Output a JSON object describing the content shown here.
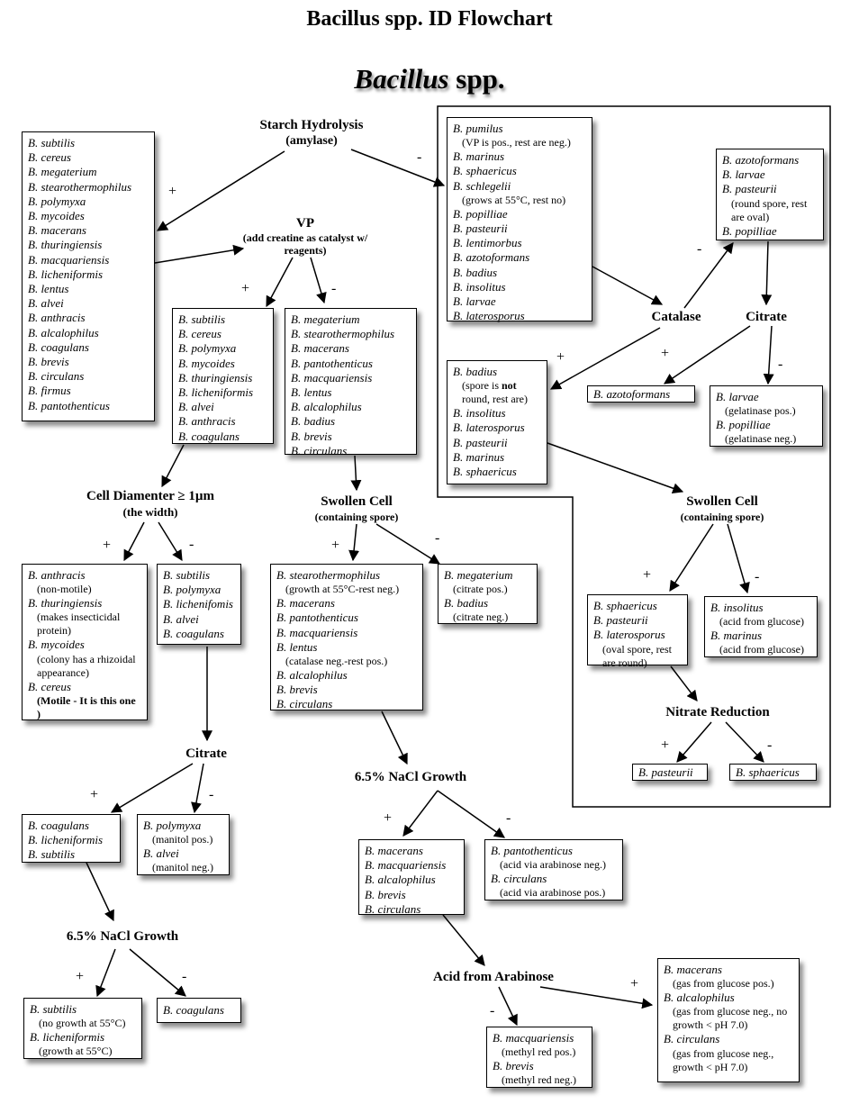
{
  "title": "Bacillus spp. ID Flowchart",
  "heading": {
    "genus": "Bacillus",
    "rest": "spp."
  },
  "boxes": {
    "all": [
      {
        "sp": "B. subtilis"
      },
      {
        "sp": "B. cereus"
      },
      {
        "sp": "B. megaterium"
      },
      {
        "sp": "B. stearothermophilus"
      },
      {
        "sp": "B. polymyxa"
      },
      {
        "sp": "B. mycoides"
      },
      {
        "sp": "B. macerans"
      },
      {
        "sp": "B. thuringiensis"
      },
      {
        "sp": "B. macquariensis"
      },
      {
        "sp": "B. licheniformis"
      },
      {
        "sp": "B. lentus"
      },
      {
        "sp": "B. alvei"
      },
      {
        "sp": "B. anthracis"
      },
      {
        "sp": "B. alcalophilus"
      },
      {
        "sp": "B. coagulans"
      },
      {
        "sp": "B. brevis"
      },
      {
        "sp": "B. circulans"
      },
      {
        "sp": "B. firmus"
      },
      {
        "sp": "B. pantothenticus"
      }
    ],
    "starch_neg": [
      {
        "sp": "B. pumilus",
        "note": "(VP is pos., rest are neg.)"
      },
      {
        "sp": "B. marinus"
      },
      {
        "sp": "B. sphaericus"
      },
      {
        "sp": "B. schlegelii",
        "note": "(grows at 55°C, rest no)"
      },
      {
        "sp": "B. popilliae"
      },
      {
        "sp": "B. pasteurii"
      },
      {
        "sp": "B. lentimorbus"
      },
      {
        "sp": "B. azotoformans"
      },
      {
        "sp": "B. badius"
      },
      {
        "sp": "B. insolitus"
      },
      {
        "sp": "B. larvae"
      },
      {
        "sp": "B. laterosporus"
      }
    ],
    "catalase_neg": [
      {
        "sp": "B. azotoformans"
      },
      {
        "sp": "B. larvae"
      },
      {
        "sp": "B. pasteurii",
        "note": "(round spore, rest are oval)"
      },
      {
        "sp": "B. popilliae"
      }
    ],
    "vp_pos": [
      {
        "sp": "B. subtilis"
      },
      {
        "sp": "B. cereus"
      },
      {
        "sp": "B. polymyxa"
      },
      {
        "sp": "B. mycoides"
      },
      {
        "sp": "B. thuringiensis"
      },
      {
        "sp": "B. licheniformis"
      },
      {
        "sp": "B. alvei"
      },
      {
        "sp": "B. anthracis"
      },
      {
        "sp": "B. coagulans"
      }
    ],
    "vp_neg": [
      {
        "sp": "B. megaterium"
      },
      {
        "sp": "B. stearothermophilus"
      },
      {
        "sp": "B. macerans"
      },
      {
        "sp": "B. pantothenticus"
      },
      {
        "sp": "B. macquariensis"
      },
      {
        "sp": "B. lentus"
      },
      {
        "sp": "B. alcalophilus"
      },
      {
        "sp": "B. badius"
      },
      {
        "sp": "B. brevis"
      },
      {
        "sp": "B. circulans"
      }
    ],
    "catalase_pos": [
      {
        "sp": "B. badius",
        "note_pre": "(spore is ",
        "note_bold": "not",
        "note_post": " round, rest are)"
      },
      {
        "sp": "B. insolitus"
      },
      {
        "sp": "B. laterosporus"
      },
      {
        "sp": "B. pasteurii"
      },
      {
        "sp": "B. marinus"
      },
      {
        "sp": "B. sphaericus"
      }
    ],
    "citrate1_pos": [
      {
        "sp": "B. azotoformans"
      }
    ],
    "citrate1_neg": [
      {
        "sp": "B. larvae",
        "note": "(gelatinase pos.)"
      },
      {
        "sp": "B. popilliae",
        "note": "(gelatinase neg.)"
      }
    ],
    "cell_pos": [
      {
        "sp": "B. anthracis",
        "note": "(non-motile)"
      },
      {
        "sp": "B. thuringiensis",
        "note": "(makes insecticidal protein)"
      },
      {
        "sp": "B. mycoides",
        "note": "(colony has a rhizoidal appearance)"
      },
      {
        "sp": "B. cereus",
        "bold": "(Motile - It is this one )"
      }
    ],
    "cell_neg": [
      {
        "sp": "B. subtilis"
      },
      {
        "sp": "B. polymyxa"
      },
      {
        "sp": "B. lichenifomis"
      },
      {
        "sp": "B. alvei"
      },
      {
        "sp": "B. coagulans"
      }
    ],
    "swollen1_pos": [
      {
        "sp": "B. stearothermophilus",
        "note": "(growth at 55°C-rest neg.)"
      },
      {
        "sp": "B. macerans"
      },
      {
        "sp": "B. pantothenticus"
      },
      {
        "sp": "B. macquariensis"
      },
      {
        "sp": "B. lentus",
        "note": "(catalase neg.-rest pos.)"
      },
      {
        "sp": "B. alcalophilus"
      },
      {
        "sp": "B. brevis"
      },
      {
        "sp": "B. circulans"
      }
    ],
    "swollen1_neg": [
      {
        "sp": "B. megaterium",
        "note": "(citrate pos.)"
      },
      {
        "sp": "B. badius",
        "note": "(citrate neg.)"
      }
    ],
    "swollen2_pos": [
      {
        "sp": "B. sphaericus"
      },
      {
        "sp": "B. pasteurii"
      },
      {
        "sp": "B. laterosporus",
        "note": "(oval spore, rest are round)"
      }
    ],
    "swollen2_neg": [
      {
        "sp": "B. insolitus",
        "note": "(acid from glucose)"
      },
      {
        "sp": "B. marinus",
        "note": "(acid from glucose)"
      }
    ],
    "nitrate_pos": [
      {
        "sp": "B. pasteurii"
      }
    ],
    "nitrate_neg": [
      {
        "sp": "B. sphaericus"
      }
    ],
    "citrate2_pos": [
      {
        "sp": "B. coagulans"
      },
      {
        "sp": "B. licheniformis"
      },
      {
        "sp": "B. subtilis"
      }
    ],
    "citrate2_neg": [
      {
        "sp": "B. polymyxa",
        "note": "(manitol pos.)"
      },
      {
        "sp": "B. alvei",
        "note": "(manitol neg.)"
      }
    ],
    "nacl1_pos": [
      {
        "sp": "B. macerans"
      },
      {
        "sp": "B. macquariensis"
      },
      {
        "sp": "B. alcalophilus"
      },
      {
        "sp": "B. brevis"
      },
      {
        "sp": "B. circulans"
      }
    ],
    "nacl1_neg": [
      {
        "sp": "B. pantothenticus",
        "note": "(acid via arabinose neg.)"
      },
      {
        "sp": "B. circulans",
        "note": "(acid via arabinose pos.)"
      }
    ],
    "nacl2_pos": [
      {
        "sp": "B. subtilis",
        "note": "(no growth at 55°C)"
      },
      {
        "sp": "B. licheniformis",
        "note": "(growth at 55°C)"
      }
    ],
    "nacl2_neg": [
      {
        "sp": "B. coagulans"
      }
    ],
    "arab_neg": [
      {
        "sp": "B. macquariensis",
        "note": "(methyl red pos.)"
      },
      {
        "sp": "B. brevis",
        "note": "(methyl red neg.)"
      }
    ],
    "arab_pos": [
      {
        "sp": "B. macerans",
        "note": "(gas from glucose pos.)"
      },
      {
        "sp": "B. alcalophilus",
        "note": "(gas from glucose neg., no growth < pH 7.0)"
      },
      {
        "sp": "B. circulans",
        "note": "(gas from glucose neg., growth < pH 7.0)"
      }
    ]
  },
  "tests": {
    "starch": {
      "title": "Starch Hydrolysis",
      "sub": "(amylase)"
    },
    "vp": {
      "title": "VP",
      "sub": "(add creatine as catalyst w/ reagents)"
    },
    "catalase": {
      "title": "Catalase"
    },
    "citrate1": {
      "title": "Citrate"
    },
    "cell": {
      "title": "Cell Diamenter ≥ 1µm",
      "sub": "(the width)"
    },
    "swollen1": {
      "title": "Swollen Cell",
      "sub": "(containing spore)"
    },
    "swollen2": {
      "title": "Swollen Cell",
      "sub": "(containing spore)"
    },
    "nitrate": {
      "title": "Nitrate Reduction"
    },
    "citrate2": {
      "title": "Citrate"
    },
    "nacl1": {
      "title": "6.5% NaCl Growth"
    },
    "nacl2": {
      "title": "6.5% NaCl Growth"
    },
    "arab": {
      "title": "Acid from Arabinose"
    }
  },
  "signs": {
    "plus": "+",
    "minus": "-"
  }
}
